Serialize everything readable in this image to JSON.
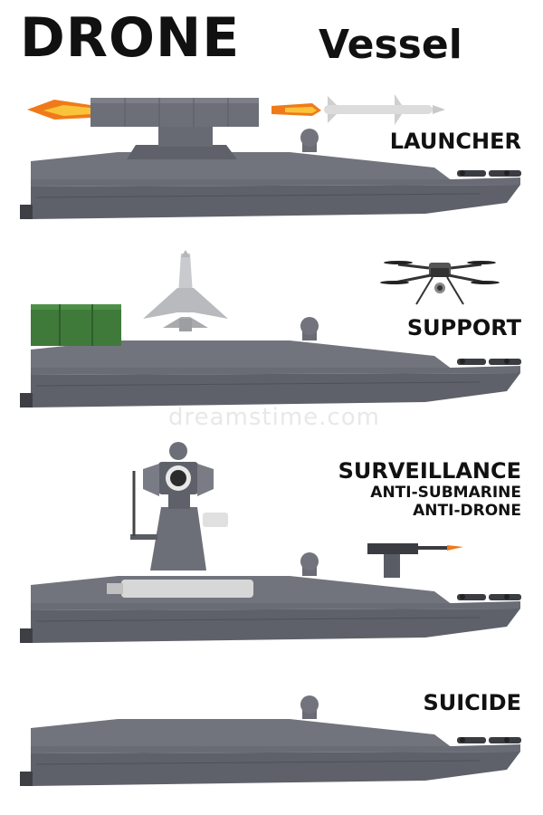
{
  "header": {
    "title": "DRONE",
    "subtitle": "Vessel"
  },
  "vessels": [
    {
      "label": "LAUNCHER"
    },
    {
      "label": "SUPPORT"
    },
    {
      "label": "SURVEILLANCE",
      "sublabels": [
        "ANTI-SUBMARINE",
        "ANTI-DRONE"
      ]
    },
    {
      "label": "SUICIDE"
    }
  ],
  "watermark": "dreamstime.com",
  "colors": {
    "hull": "#6d6f78",
    "hull_dark": "#5a5c65",
    "deck": "#7a7c85",
    "container": "#3f7a3a",
    "flame": "#f07a1a"
  }
}
